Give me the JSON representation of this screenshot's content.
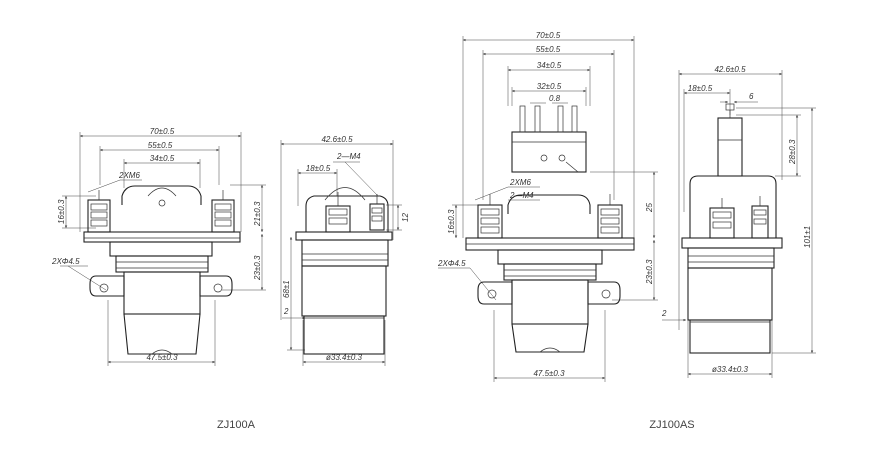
{
  "captions": {
    "left": "ZJ100A",
    "right": "ZJ100AS"
  },
  "zj100a_front": {
    "overall_width": "70±0.5",
    "mount_spacing": "55±0.5",
    "terminal_spacing": "34±0.5",
    "terminal_thread": "2XM6",
    "terminal_height": "16±0.3",
    "top_height": "21±0.3",
    "base_height": "23±0.3",
    "mount_holes": "2XΦ4.5",
    "foot_width": "47.5±0.3"
  },
  "zj100a_side": {
    "overall_width": "42.6±0.5",
    "terminal_offset": "18±0.5",
    "aux_thread": "2—M4",
    "aux_height": "12",
    "body_height": "68±1",
    "flange_thickness": "2",
    "coil_diameter": "ø33.4±0.3"
  },
  "zj100as_front": {
    "overall_width": "70±0.5",
    "mount_spacing": "55±0.5",
    "switch_width": "34±0.5",
    "switch_pins": "32±0.5",
    "pin_width": "0.8",
    "terminal_thread": "2XM6",
    "aux_thread": "2—M4",
    "terminal_height": "16±0.3",
    "switch_height": "25",
    "base_height": "23±0.3",
    "mount_holes": "2XΦ4.5",
    "foot_width": "47.5±0.3"
  },
  "zj100as_side": {
    "overall_width": "42.6±0.5",
    "terminal_offset": "18±0.5",
    "pin_size": "6",
    "switch_height": "28±0.3",
    "overall_height": "101±1",
    "flange_thickness": "2",
    "coil_diameter": "ø33.4±0.3"
  }
}
